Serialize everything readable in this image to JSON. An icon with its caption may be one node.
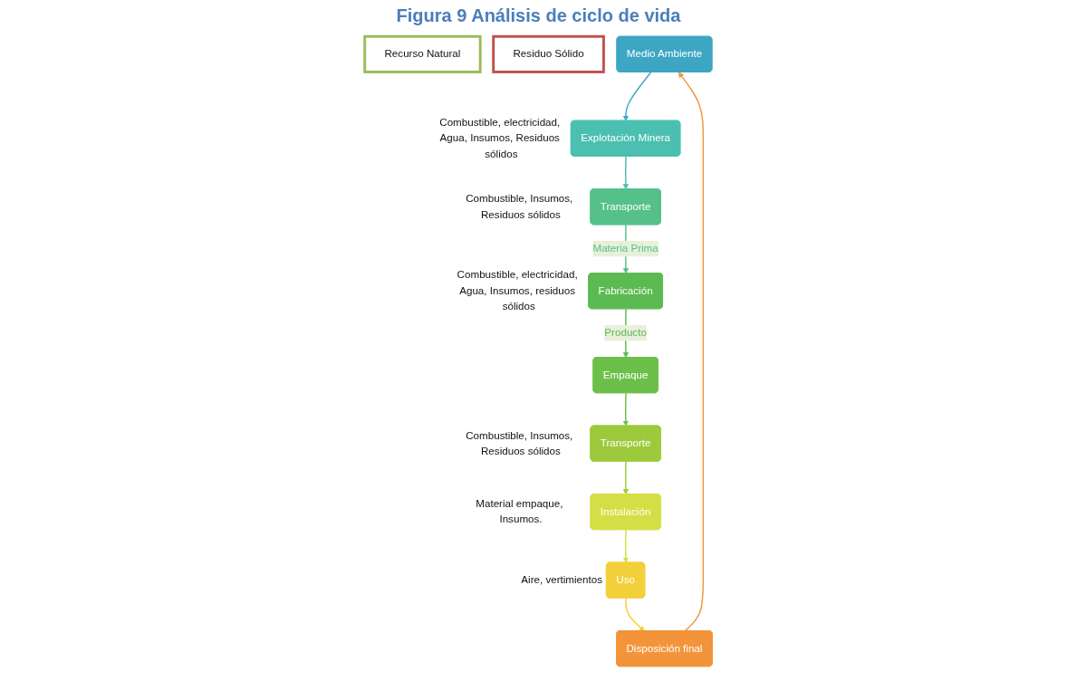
{
  "diagram": {
    "title": "Figura  9 Análisis de ciclo de vida",
    "nodes": [
      {
        "text": [
          "Residuo Sólido"
        ]
      },
      {
        "text": [
          "Medio Ambiente"
        ]
      },
      {
        "text": [
          "Recurso Natural"
        ]
      },
      {
        "text": [
          "Explotación Minera"
        ],
        "beside": [
          "Combustible, electricidad, Agua, Insumos, Residuos sólidos"
        ]
      },
      {
        "text": [
          "Transporte"
        ],
        "beside": [
          "Combustible, Insumos, Residuos sólidos"
        ]
      },
      {
        "text": [
          "Fabricación"
        ],
        "beside": [
          "Combustible, electricidad, Agua, Insumos, residuos sólidos"
        ]
      },
      {
        "text": [
          "Empaque"
        ]
      },
      {
        "text": [
          "Transporte"
        ],
        "beside": [
          "Combustible, Insumos, Residuos sólidos"
        ]
      },
      {
        "text": [
          "Instalación"
        ],
        "beside": [
          "Material empaque, Insumos."
        ]
      },
      {
        "text": [
          "Uso"
        ],
        "beside": [
          "Aire, vertimientos"
        ]
      },
      {
        "text": [
          "Disposición final"
        ]
      }
    ],
    "edges": [
      {
        "from": 1,
        "to": 3,
        "arrow": "to",
        "color": "#3ca6c4"
      },
      {
        "from": 3,
        "to": 4,
        "arrow": "to",
        "color": "#4bbfb0"
      },
      {
        "from": 4,
        "to": 5,
        "arrow": "to",
        "label": "Materia Prima",
        "color": "#55c08a"
      },
      {
        "from": 5,
        "to": 6,
        "arrow": "to",
        "label": "Producto",
        "color": "#5cba52"
      },
      {
        "from": 6,
        "to": 7,
        "arrow": "to",
        "color": "#6cc04a"
      },
      {
        "from": 7,
        "to": 8,
        "arrow": "to",
        "color": "#9dca3c"
      },
      {
        "from": 8,
        "to": 9,
        "arrow": "to",
        "color": "#d4df45"
      },
      {
        "from": 9,
        "to": 10,
        "arrow": "to",
        "color": "#f2d03a"
      },
      {
        "from": 10,
        "to": 1,
        "arrow": "to",
        "color": "#f4943a"
      }
    ]
  }
}
